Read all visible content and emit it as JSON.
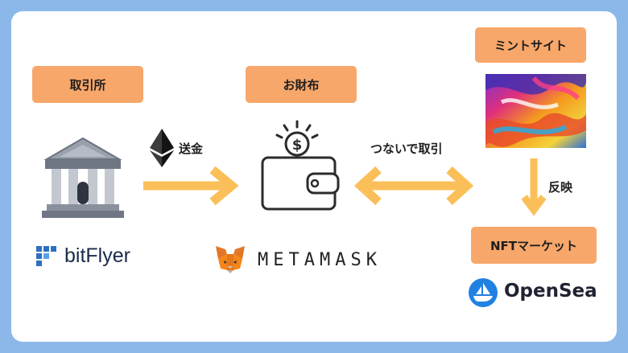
{
  "nodes": {
    "exchange": {
      "label": "取引所",
      "brand": "bitFlyer"
    },
    "wallet": {
      "label": "お財布",
      "brand": "METAMASK"
    },
    "mint_site": {
      "label": "ミントサイト"
    },
    "nft_market": {
      "label": "NFTマーケット",
      "brand": "OpenSea"
    }
  },
  "edges": {
    "send": {
      "label": "送金",
      "from": "exchange",
      "to": "wallet"
    },
    "connect_trade": {
      "label": "つないで取引",
      "from": "wallet",
      "to": "mint_site"
    },
    "reflect": {
      "label": "反映",
      "from": "mint_site",
      "to": "nft_market"
    }
  },
  "colors": {
    "background": "#8bb8e8",
    "label_fill": "#f7a76a",
    "arrow": "#fbbf5a",
    "bank": "#8f97a5",
    "opensea": "#2081e2",
    "bitflyer": "#2e6fc1"
  },
  "icons": [
    "bank-icon",
    "ethereum-icon",
    "wallet-icon",
    "metamask-fox-icon",
    "nft-artwork-image",
    "opensea-logo-icon",
    "bitflyer-logo-icon"
  ]
}
